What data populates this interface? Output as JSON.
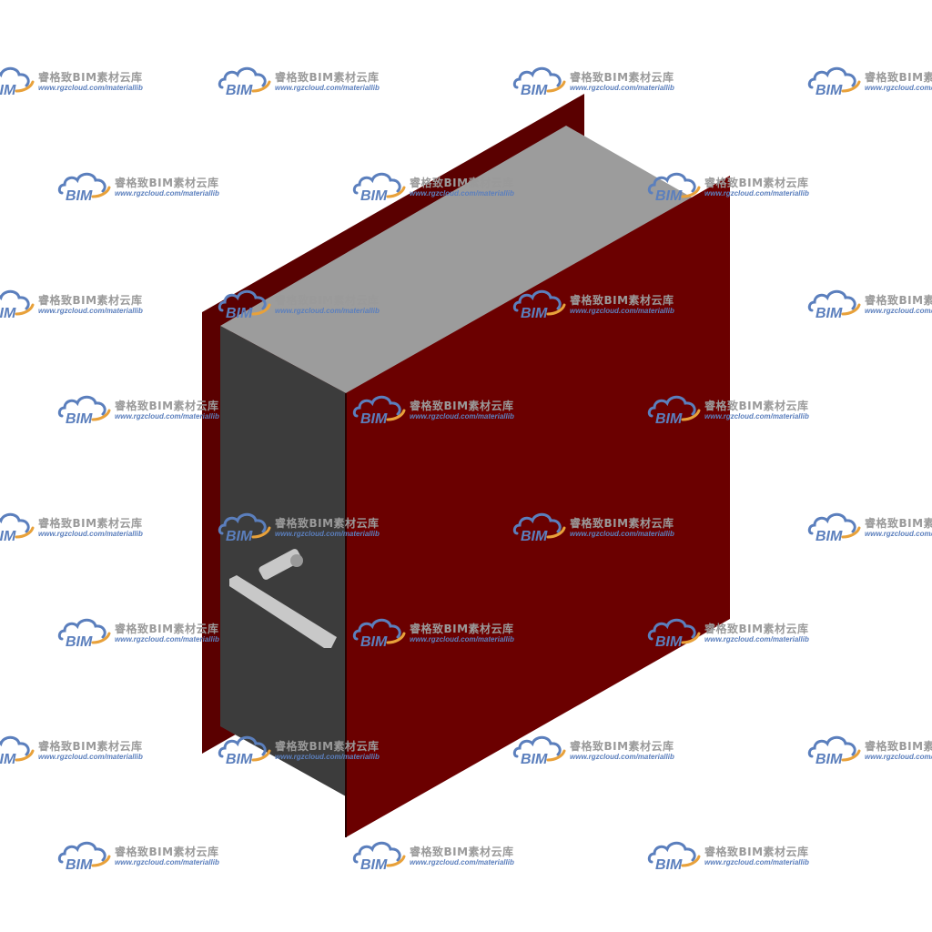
{
  "watermark": {
    "brand": "BIM",
    "title": "睿格致BIM素材云库",
    "url": "www.rgzcloud.com/materiallib",
    "cloud_color": "#5b7fbd",
    "accent_color": "#e8a13a",
    "text_color": "#9a9a9a",
    "icon": "cloud-logo-icon"
  },
  "model": {
    "object": "fire-damper-3d-model",
    "colors": {
      "frame": "#6b0000",
      "frame_dark": "#5a0000",
      "body_top": "#9c9c9c",
      "body_side": "#3c3c3c",
      "handle": "#c8c8c8"
    }
  }
}
